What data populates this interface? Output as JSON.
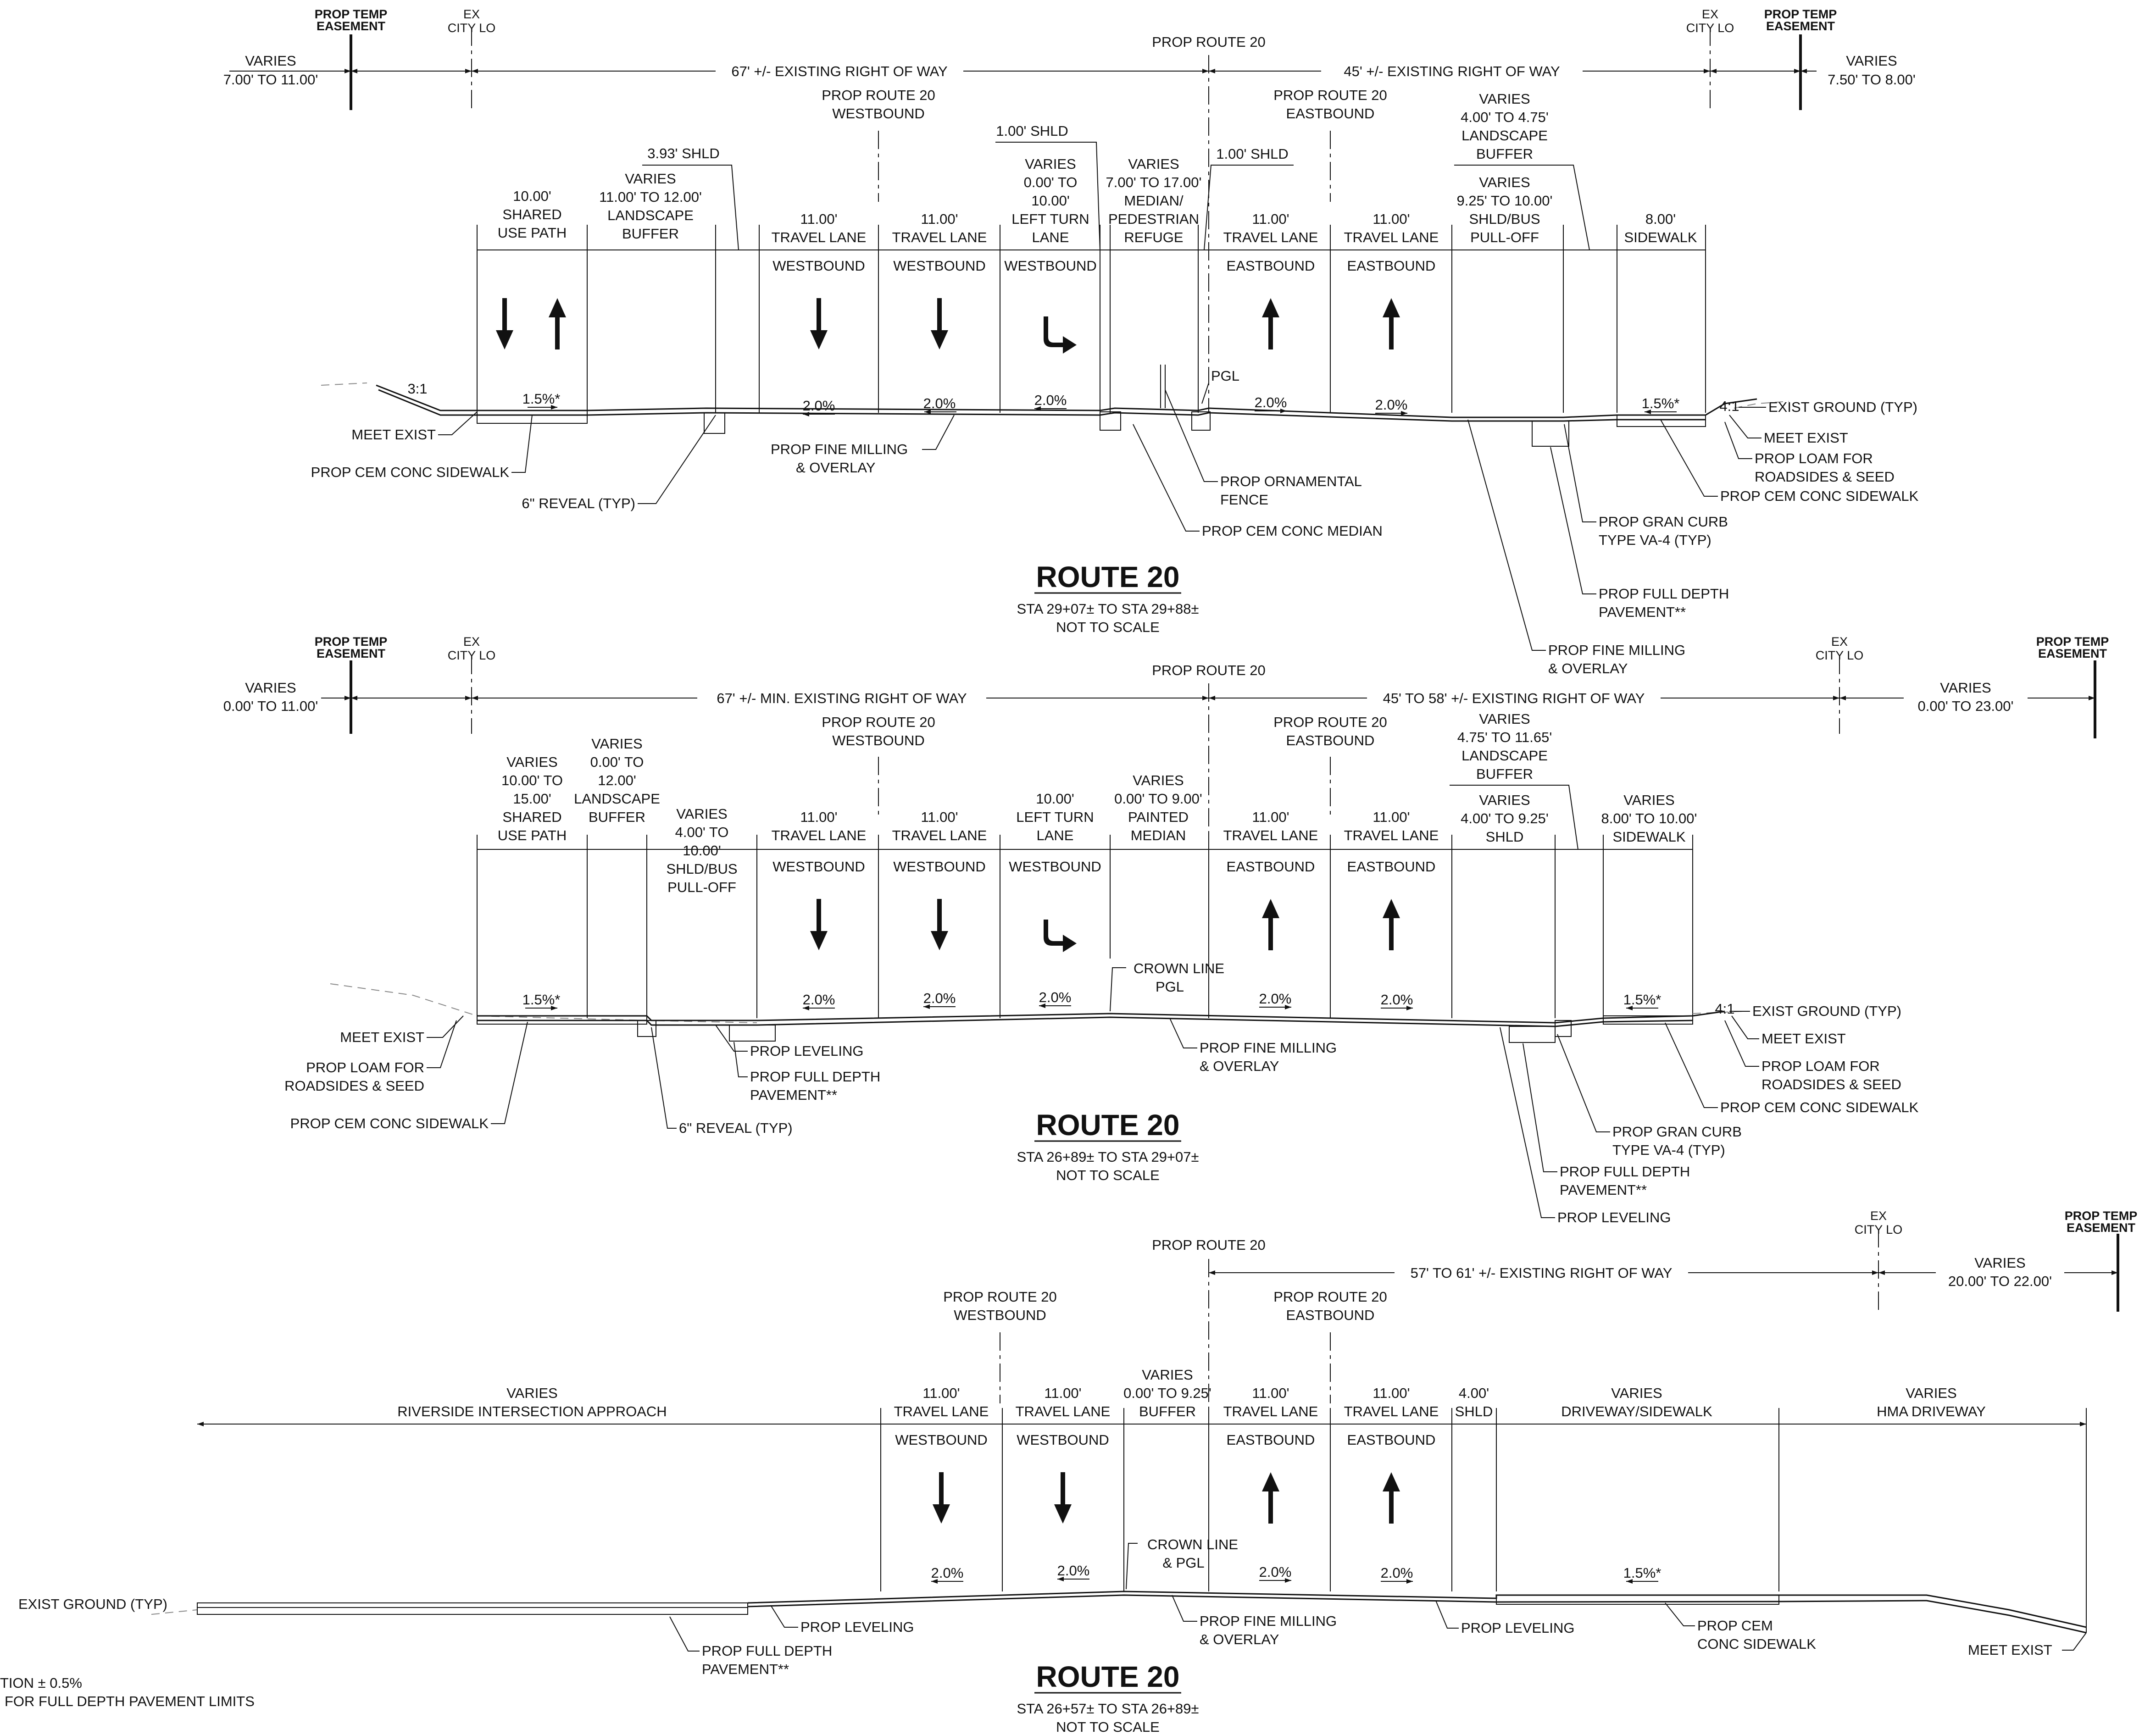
{
  "common": {
    "prop_temp_easement": "PROP TEMP EASEMENT",
    "ex_city_lo": "EX CITY LO",
    "prop_route_20": "PROP ROUTE 20",
    "prop_route_20_wb": "PROP ROUTE 20 WESTBOUND",
    "prop_route_20_eb": "PROP ROUTE 20 EASTBOUND",
    "westbound": "WESTBOUND",
    "eastbound": "EASTBOUND",
    "travel_lane": "TRAVEL LANE",
    "eleven": "11.00'",
    "slope_2": "2.0%",
    "slope_15": "1.5%*",
    "title": "ROUTE 20",
    "not_to_scale": "NOT TO SCALE"
  },
  "section1": {
    "left_easement": "VARIES 7.00' TO 11.00'",
    "right_easement": "VARIES 7.50' TO 8.00'",
    "left_row": "67' +/- EXISTING RIGHT OF WAY",
    "right_row": "45' +/- EXISTING RIGHT OF WAY",
    "shld_393": "3.93' SHLD",
    "shld_100a": "1.00' SHLD",
    "shld_100b": "1.00' SHLD",
    "shared_use": "10.00' SHARED USE PATH",
    "landscape": "VARIES 11.00' TO 12.00' LANDSCAPE BUFFER",
    "left_turn": "VARIES 0.00' TO 10.00' LEFT TURN LANE",
    "median": "VARIES 7.00' TO 17.00' MEDIAN/ PEDESTRIAN REFUGE",
    "landscape_r": "VARIES 4.00' TO 4.75' LANDSCAPE BUFFER",
    "shld_bus": "VARIES 9.25' TO 10.00' SHLD/BUS PULL-OFF",
    "sidewalk": "8.00' SIDEWALK",
    "slope_31": "3:1",
    "slope_41": "4:1",
    "pgl": "PGL",
    "meet_exist_l": "MEET EXIST",
    "cem_sidewalk_l": "PROP CEM CONC SIDEWALK",
    "reveal": "6\" REVEAL (TYP)",
    "fine_milling": "PROP FINE MILLING & OVERLAY",
    "fence": "PROP ORNAMENTAL FENCE",
    "cem_median": "PROP CEM CONC MEDIAN",
    "exist_ground": "EXIST GROUND (TYP)",
    "meet_exist_r": "MEET EXIST",
    "loam": "PROP LOAM FOR ROADSIDES & SEED",
    "cem_sidewalk_r": "PROP CEM CONC SIDEWALK",
    "gran_curb": "PROP GRAN CURB TYPE VA-4 (TYP)",
    "full_depth": "PROP FULL DEPTH PAVEMENT**",
    "fine_milling_r": "PROP FINE MILLING & OVERLAY",
    "station": "STA 29+07± TO STA 29+88±"
  },
  "section2": {
    "left_easement": "VARIES 0.00' TO 11.00'",
    "right_easement": "VARIES 0.00' TO 23.00'",
    "left_row": "67' +/- MIN. EXISTING RIGHT OF WAY",
    "right_row": "45' TO 58' +/- EXISTING RIGHT OF WAY",
    "shared_use": "VARIES 10.00' TO 15.00' SHARED USE PATH",
    "landscape": "VARIES 0.00' TO 12.00' LANDSCAPE BUFFER",
    "shld_bus": "VARIES 4.00' TO 10.00' SHLD/BUS PULL-OFF",
    "left_turn": "10.00' LEFT TURN LANE",
    "median": "VARIES 0.00' TO 9.00' PAINTED MEDIAN",
    "landscape_r": "VARIES 4.75' TO 11.65' LANDSCAPE BUFFER",
    "shld_r": "VARIES 4.00' TO 9.25' SHLD",
    "sidewalk": "VARIES 8.00' TO 10.00' SIDEWALK",
    "slope_41": "4:1",
    "crown": "CROWN LINE PGL",
    "meet_exist_l": "MEET EXIST",
    "loam_l": "PROP LOAM FOR ROADSIDES & SEED",
    "cem_sidewalk_l": "PROP CEM CONC SIDEWALK",
    "leveling": "PROP LEVELING",
    "full_depth_l": "PROP FULL DEPTH PAVEMENT**",
    "reveal": "6\" REVEAL (TYP)",
    "fine_milling": "PROP FINE MILLING & OVERLAY",
    "exist_ground": "EXIST GROUND  (TYP)",
    "meet_exist_r": "MEET EXIST",
    "loam_r": "PROP LOAM FOR ROADSIDES & SEED",
    "cem_sidewalk_r": "PROP CEM CONC SIDEWALK",
    "gran_curb": "PROP GRAN CURB TYPE VA-4 (TYP)",
    "full_depth_r": "PROP FULL DEPTH PAVEMENT**",
    "leveling_r": "PROP LEVELING",
    "station": "STA 26+89± TO STA 29+07±"
  },
  "section3": {
    "right_easement": "VARIES 20.00' TO 22.00'",
    "right_row": "57' TO 61' +/- EXISTING RIGHT OF WAY",
    "riverside": "VARIES RIVERSIDE INTERSECTION APPROACH",
    "buffer": "VARIES 0.00' TO 9.25' BUFFER",
    "shld": "4.00' SHLD",
    "driveway_sw": "VARIES DRIVEWAY/SIDEWALK",
    "hma": "VARIES HMA DRIVEWAY",
    "exist_ground": "EXIST GROUND (TYP)",
    "crown": "CROWN LINE & PGL",
    "full_depth": "PROP FULL DEPTH PAVEMENT**",
    "leveling_l": "PROP LEVELING",
    "fine_milling": "PROP FINE MILLING & OVERLAY",
    "leveling_r": "PROP LEVELING",
    "cem_sidewalk": "PROP CEM CONC SIDEWALK",
    "meet_exist": "MEET EXIST",
    "station": "STA 26+57± TO STA 26+89±"
  },
  "notes": {
    "note1": "TION ± 0.5%",
    "note2": "FOR FULL DEPTH PAVEMENT LIMITS"
  }
}
